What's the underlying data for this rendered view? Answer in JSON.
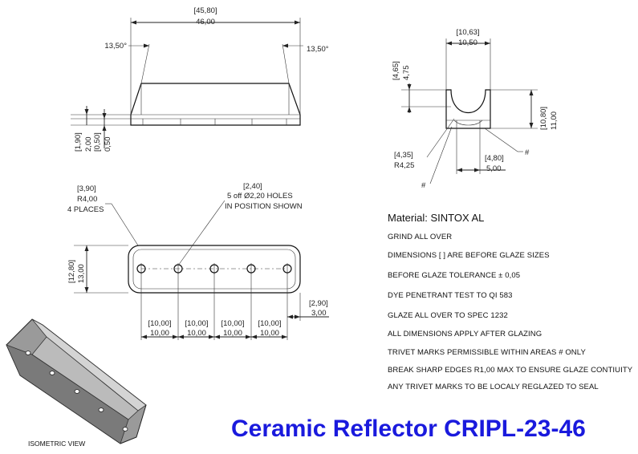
{
  "title": "Ceramic Reflector CRIPL-23-46",
  "material": "Material: SINTOX AL",
  "notes": [
    "GRIND ALL OVER",
    "DIMENSIONS [ ] ARE BEFORE GLAZE SIZES",
    "BEFORE GLAZE TOLERANCE ± 0,05",
    "DYE PENETRANT TEST TO QI 583",
    "GLAZE ALL OVER TO SPEC 1232",
    "ALL DIMENSIONS APPLY AFTER GLAZING",
    "TRIVET MARKS PERMISSIBLE WITHIN AREAS # ONLY",
    "BREAK SHARP EDGES R1,00 MAX TO ENSURE GLAZE CONTIUITY",
    "ANY TRIVET MARKS TO BE LOCALY REGLAZED TO SEAL"
  ],
  "isometric_label": "ISOMETRIC VIEW",
  "front_view": {
    "length_before": "[45,80]",
    "length": "46,00",
    "angle_left": "13,50°",
    "angle_right": "13,50°",
    "height_before": "[1,90]",
    "height": "2,00",
    "base_before": "[0,50]",
    "base": "0,50"
  },
  "end_view": {
    "width_before": "[10,63]",
    "width": "10,50",
    "depth_before": "[4,65]",
    "depth": "4,75",
    "height_before": "[10,80]",
    "height": "11,00",
    "radius_before": "[4,35]",
    "radius": "R4,25",
    "base_before": "[4,80]",
    "base": "5,00",
    "trivet_left": "#",
    "trivet_right": "#"
  },
  "plan_view": {
    "corner_before": "[3,90]",
    "corner": "R4,00",
    "corner_note": "4 PLACES",
    "hole_before": "[2,40]",
    "hole": "5 off Ø2,20 HOLES",
    "hole_note": "IN POSITION SHOWN",
    "width_before": "[12,80]",
    "width": "13,00",
    "edge_before": "[2,90]",
    "edge": "3,00",
    "pitch": [
      {
        "before": "[10,00]",
        "value": "10,00"
      },
      {
        "before": "[10,00]",
        "value": "10,00"
      },
      {
        "before": "[10,00]",
        "value": "10,00"
      },
      {
        "before": "[10,00]",
        "value": "10,00"
      }
    ]
  }
}
